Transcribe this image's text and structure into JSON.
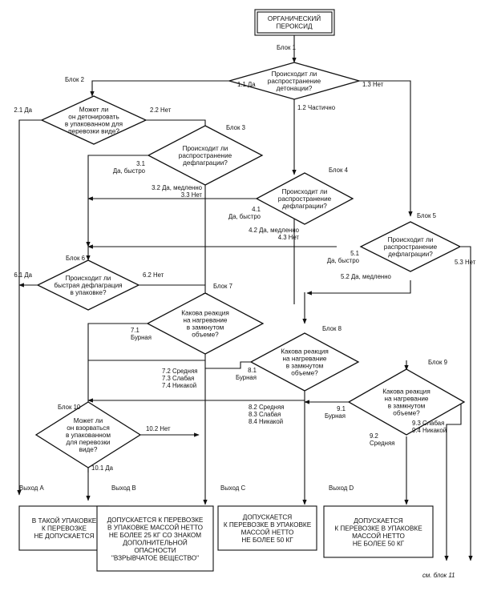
{
  "start": {
    "lines": [
      "ОРГАНИЧЕСКИЙ",
      "ПЕРОКСИД"
    ]
  },
  "blocks": {
    "b1": {
      "label": "Блок 1",
      "lines": [
        "Происходит ли",
        "распространение",
        "детонации?"
      ]
    },
    "b2": {
      "label": "Блок 2",
      "lines": [
        "Может ли",
        "он детонировать",
        "в упакованном для",
        "перевозки виде?"
      ]
    },
    "b3": {
      "label": "Блок 3",
      "lines": [
        "Происходит ли",
        "распространение",
        "дефлаграции?"
      ]
    },
    "b4": {
      "label": "Блок 4",
      "lines": [
        "Происходит ли",
        "распространение",
        "дефлаграции?"
      ]
    },
    "b5": {
      "label": "Блок 5",
      "lines": [
        "Происходит ли",
        "распространение",
        "дефлаграции?"
      ]
    },
    "b6": {
      "label": "Блок 6",
      "lines": [
        "Происходит ли",
        "быстрая дефлаграция",
        "в упаковке?"
      ]
    },
    "b7": {
      "label": "Блок 7",
      "lines": [
        "Какова реакция",
        "на нагревание",
        "в замкнутом",
        "объеме?"
      ]
    },
    "b8": {
      "label": "Блок 8",
      "lines": [
        "Какова реакция",
        "на нагревание",
        "в замкнутом",
        "объеме?"
      ]
    },
    "b9": {
      "label": "Блок 9",
      "lines": [
        "Какова реакция",
        "на нагревание",
        "в замкнутом",
        "объеме?"
      ]
    },
    "b10": {
      "label": "Блок 10",
      "lines": [
        "Может ли",
        "он взорваться",
        "в упакованном",
        "для перевозки",
        "виде?"
      ]
    }
  },
  "answers": {
    "a1_1": [
      "1.1 Да"
    ],
    "a1_2": [
      "1.2 Частично"
    ],
    "a1_3": [
      "1.3 Нет"
    ],
    "a2_1": [
      "2.1 Да"
    ],
    "a2_2": [
      "2.2 Нет"
    ],
    "a3_1": [
      "3.1",
      "Да, быстро"
    ],
    "a3_23": [
      "3.2  Да, медленно",
      "3.3  Нет"
    ],
    "a4_1": [
      "4.1",
      "Да, быстро"
    ],
    "a4_23": [
      "4.2  Да, медленно",
      "4.3  Нет"
    ],
    "a5_1": [
      "5.1",
      "Да, быстро"
    ],
    "a5_2": [
      "5.2 Да, медленно"
    ],
    "a5_3": [
      "5.3 Нет"
    ],
    "a6_1": [
      "6.1 Да"
    ],
    "a6_2": [
      "6.2 Нет"
    ],
    "a7_1": [
      "7.1",
      "Бурная"
    ],
    "a7_234": [
      "7.2 Средняя",
      "7.3 Слабая",
      "7.4 Никакой"
    ],
    "a8_1": [
      "8.1",
      "Бурная"
    ],
    "a8_234": [
      "8.2 Средняя",
      "8.3 Слабая",
      "8.4 Никакой"
    ],
    "a9_1": [
      "9.1",
      "Бурная"
    ],
    "a9_2": [
      "9.2",
      "Средняя"
    ],
    "a9_34": [
      "9.3 Слабая",
      "9.4 Никакой"
    ],
    "a10_1": [
      "10.1 Да"
    ],
    "a10_2": [
      "10.2 Нет"
    ]
  },
  "exits": {
    "A": {
      "label": "Выход A",
      "lines": [
        "В ТАКОЙ УПАКОВКЕ",
        "К ПЕРЕВОЗКЕ",
        "НЕ ДОПУСКАЕТСЯ"
      ]
    },
    "B": {
      "label": "Выход B",
      "lines": [
        "ДОПУСКАЕТСЯ К ПЕРЕВОЗКЕ",
        "В УПАКОВКЕ МАССОЙ НЕТТО",
        "НЕ БОЛЕЕ 25 КГ СО ЗНАКОМ",
        "ДОПОЛНИТЕЛЬНОЙ",
        "ОПАСНОСТИ",
        "\"ВЗРЫВЧАТОЕ ВЕЩЕСТВО\""
      ]
    },
    "C": {
      "label": "Выход C",
      "lines": [
        "ДОПУСКАЕТСЯ",
        "К ПЕРЕВОЗКЕ В УПАКОВКЕ",
        "МАССОЙ НЕТТО",
        "НЕ БОЛЕЕ 50 КГ"
      ]
    },
    "D": {
      "label": "Выход D",
      "lines": [
        "ДОПУСКАЕТСЯ",
        "К ПЕРЕВОЗКЕ В УПАКОВКЕ",
        "МАССОЙ НЕТТО",
        "НЕ БОЛЕЕ 50 КГ"
      ]
    }
  },
  "footnote": "см. блок 11"
}
